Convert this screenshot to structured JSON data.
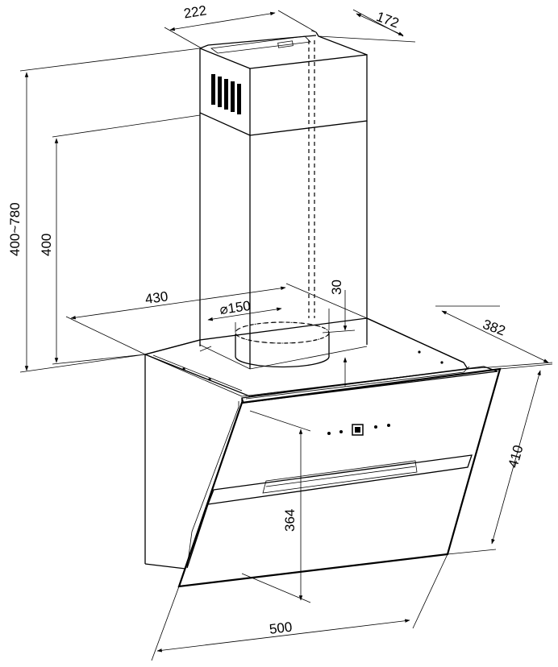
{
  "dimensions": {
    "chimney_width": "222",
    "chimney_depth": "172",
    "total_height_range": "400~780",
    "chimney_height": "400",
    "outlet_height": "30",
    "canopy_width": "430",
    "duct_diameter": "⌀150",
    "canopy_depth": "382",
    "panel_slant_height": "410",
    "panel_vertical_height": "364",
    "panel_width": "500"
  }
}
